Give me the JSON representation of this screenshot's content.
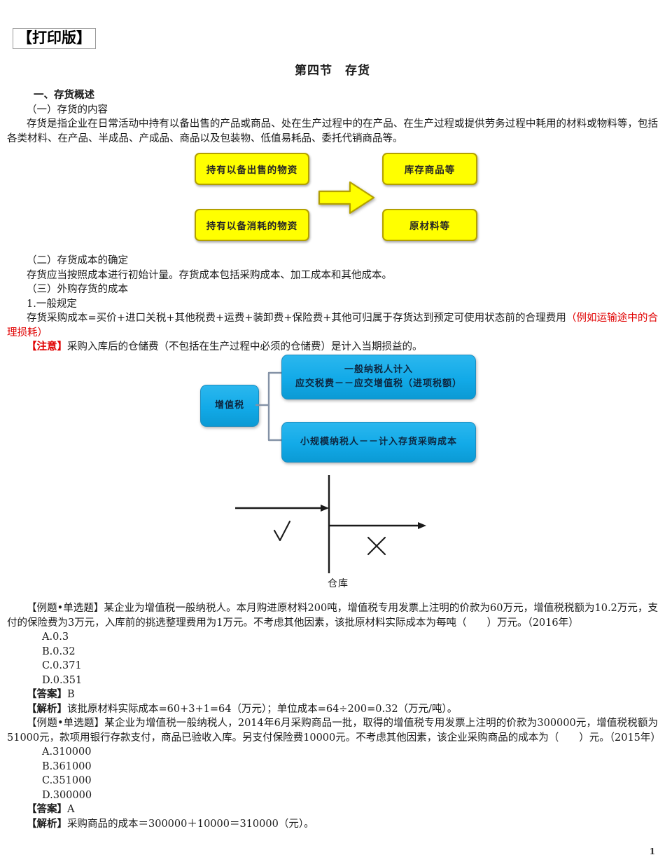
{
  "print_tag": "【打印版】",
  "title": {
    "section": "第四节",
    "name": "存货"
  },
  "heading_1": "一、存货概述",
  "sub_1": "（一）存货的内容",
  "para_1": "存货是指企业在日常活动中持有以备出售的产品或商品、处在生产过程中的在产品、在生产过程或提供劳务过程中耗用的材料或物料等，包括各类材料、在产品、半成品、产成品、商品以及包装物、低值易耗品、委托代销商品等。",
  "diagram_goods": {
    "hold_for_sale": "持有以备出售的物资",
    "hold_for_consume": "持有以备消耗的物资",
    "stock_goods": "库存商品等",
    "raw_material": "原材料等",
    "arrow_color": "#ffff00",
    "box_fill": "#ffff00",
    "box_border": "#b3a000"
  },
  "sub_2": "（二）存货成本的确定",
  "para_2": "存货应当按照成本进行初始计量。存货成本包括采购成本、加工成本和其他成本。",
  "sub_3": "（三）外购存货的成本",
  "sub_3_1": "1.一般规定",
  "formula_black": "存货采购成本=买价+进口关税+其他税费+运费+装卸费+保险费+其他可归属于存货达到预定可使用状态前的合理费用",
  "formula_red": "（例如运输途中的合理损耗）",
  "note_label": "【注意】",
  "note_text": "采购入库后的仓储费（不包括在生产过程中必须的仓储费）是计入当期损益的。",
  "diagram_vat": {
    "root": "增值税",
    "branch_general_line1": "一般纳税人计入",
    "branch_general_line2": "应交税费－－应交增值税（进项税额）",
    "branch_small": "小规模纳税人－－计入存货采购成本",
    "box_fill": "#12aae8",
    "box_border": "#1d8dc0",
    "connector_color": "#8492a6"
  },
  "diagram_warehouse": {
    "label": "仓库",
    "mark_left": "√",
    "mark_right": "×"
  },
  "question_1": {
    "text": "【例题•单选题】某企业为增值税一般纳税人。本月购进原材料200吨，增值税专用发票上注明的价款为60万元，增值税税额为10.2万元，支付的保险费为3万元，入库前的挑选整理费用为1万元。不考虑其他因素，该批原材料实际成本为每吨（　　）万元。（2016年）",
    "options": [
      "A.0.3",
      "B.0.32",
      "C.0.371",
      "D.0.351"
    ],
    "answer_label": "【答案】",
    "answer": "B",
    "analysis_label": "【解析】",
    "analysis": "该批原材料实际成本=60+3+1=64（万元）；单位成本=64÷200=0.32（万元/吨）。"
  },
  "question_2": {
    "text": "【例题•单选题】某企业为增值税一般纳税人，2014年6月采购商品一批，取得的增值税专用发票上注明的价款为300000元，增值税税额为51000元，款项用银行存款支付，商品已验收入库。另支付保险费10000元。不考虑其他因素，该企业采购商品的成本为（　　）元。（2015年）",
    "options": [
      "A.310000",
      "B.361000",
      "C.351000",
      "D.300000"
    ],
    "answer_label": "【答案】",
    "answer": "A",
    "analysis_label": "【解析】",
    "analysis": "采购商品的成本＝300000＋10000＝310000（元）。"
  },
  "page_number": "1"
}
